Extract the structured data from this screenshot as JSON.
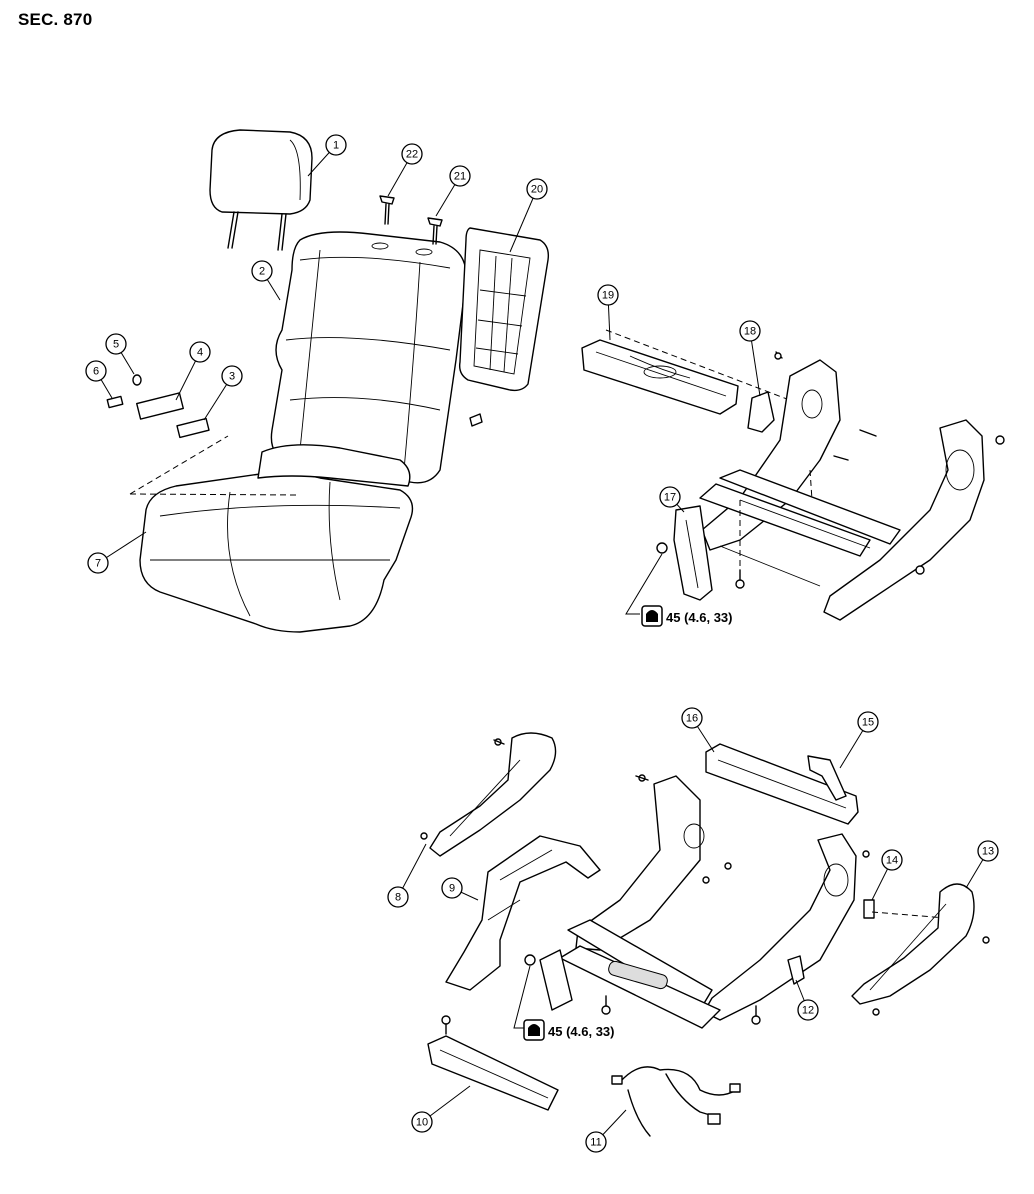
{
  "section_label": "SEC. 870",
  "callouts": [
    {
      "id": "1",
      "label": "1"
    },
    {
      "id": "2",
      "label": "2"
    },
    {
      "id": "3",
      "label": "3"
    },
    {
      "id": "4",
      "label": "4"
    },
    {
      "id": "5",
      "label": "5"
    },
    {
      "id": "6",
      "label": "6"
    },
    {
      "id": "7",
      "label": "7"
    },
    {
      "id": "8",
      "label": "8"
    },
    {
      "id": "9",
      "label": "9"
    },
    {
      "id": "10",
      "label": "10"
    },
    {
      "id": "11",
      "label": "11"
    },
    {
      "id": "12",
      "label": "12"
    },
    {
      "id": "13",
      "label": "13"
    },
    {
      "id": "14",
      "label": "14"
    },
    {
      "id": "15",
      "label": "15"
    },
    {
      "id": "16",
      "label": "16"
    },
    {
      "id": "17",
      "label": "17"
    },
    {
      "id": "18",
      "label": "18"
    },
    {
      "id": "19",
      "label": "19"
    },
    {
      "id": "20",
      "label": "20"
    },
    {
      "id": "21",
      "label": "21"
    },
    {
      "id": "22",
      "label": "22"
    }
  ],
  "torque_specs": [
    {
      "id": "upper",
      "text": "45 (4.6, 33)"
    },
    {
      "id": "lower",
      "text": "45 (4.6, 33)"
    }
  ]
}
